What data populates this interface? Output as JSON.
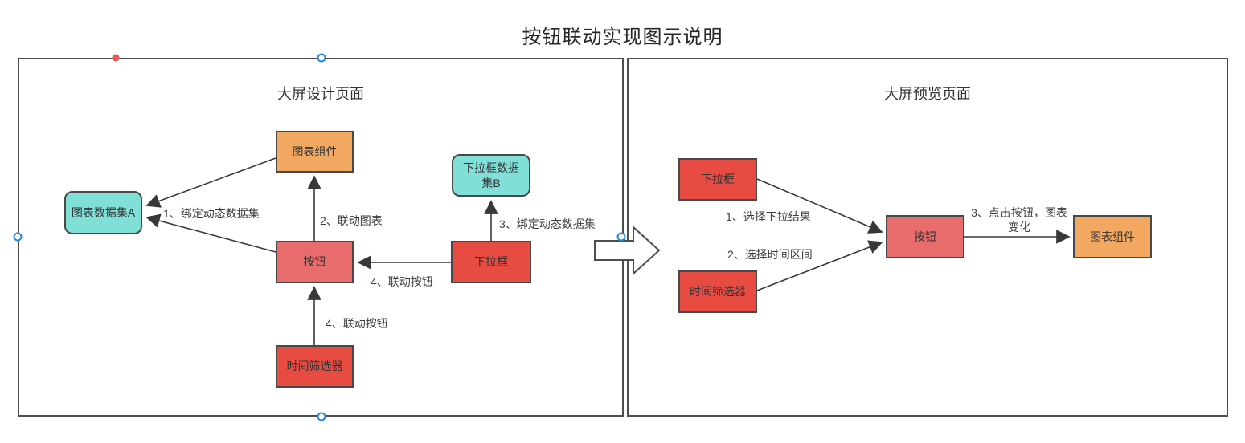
{
  "title": "按钮联动实现图示说明",
  "design": {
    "title": "大屏设计页面",
    "nodes": {
      "chart_component": "图表组件",
      "chart_dataset_a": "图表数据集A",
      "dropdown_dataset_b": "下拉框数据集B",
      "button": "按钮",
      "dropdown": "下拉框",
      "time_filter": "时间筛选器"
    },
    "edges": {
      "bind_dataset_a": "1、绑定动态数据集",
      "link_chart": "2、联动图表",
      "bind_dataset_b": "3、绑定动态数据集",
      "link_button_from_dropdown": "4、联动按钮",
      "link_button_from_time": "4、联动按钮"
    }
  },
  "preview": {
    "title": "大屏预览页面",
    "nodes": {
      "dropdown": "下拉框",
      "time_filter": "时间筛选器",
      "button": "按钮",
      "chart_component": "图表组件"
    },
    "edges": {
      "select_dropdown_result": "1、选择下拉结果",
      "select_time_range": "2、选择时间区间",
      "click_button_chart_change": "3、点击按钮，图表变化"
    }
  },
  "colors": {
    "orange": "#F2A861",
    "teal": "#80E0D8",
    "salmon": "#E86C6C",
    "red": "#E84B41",
    "outline": "#4D4D52",
    "arrow": "#383838",
    "handle_blue": "#1E88E5",
    "handle_red": "#ED5555"
  }
}
